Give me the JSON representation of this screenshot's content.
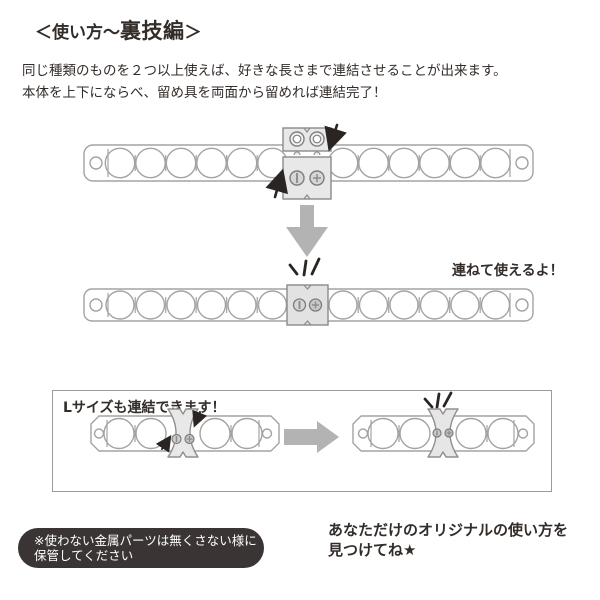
{
  "title": {
    "prefix": "＜使い方～",
    "emphasis": "裏技編",
    "suffix": "＞"
  },
  "intro": {
    "line1": "同じ種類のものを２つ以上使えば、好きな長さまで連結させることが出来ます。",
    "line2": "本体を上下にならべ、留め具を両面から留めれば連結完了！"
  },
  "step2_caption": "連ねて使えるよ！",
  "lsize_box": {
    "label": "Lサイズも連結できます！"
  },
  "note": {
    "line1": "※使わない金属パーツは無くさない様に",
    "line2": "保管してください"
  },
  "outro": {
    "line1": "あなただけのオリジナルの使い方を",
    "line2": "見つけてね★"
  },
  "icons": {
    "transition_down": "block-arrow-down-icon",
    "transition_right": "block-arrow-right-icon",
    "connector_pointer": "small-black-arrow-icon",
    "snap_emphasis": "sparkle-lines-icon"
  },
  "diagrams": {
    "strip_circle_count": 12,
    "lsize_strip_circle_count": 4
  },
  "colors": {
    "text": "#332d2a",
    "outline": "#a3a3a3",
    "connector_fill": "#e8e8e8",
    "block_arrow": "#b3b3b3",
    "note_bg": "#3a3534",
    "note_text": "#ffffff"
  }
}
